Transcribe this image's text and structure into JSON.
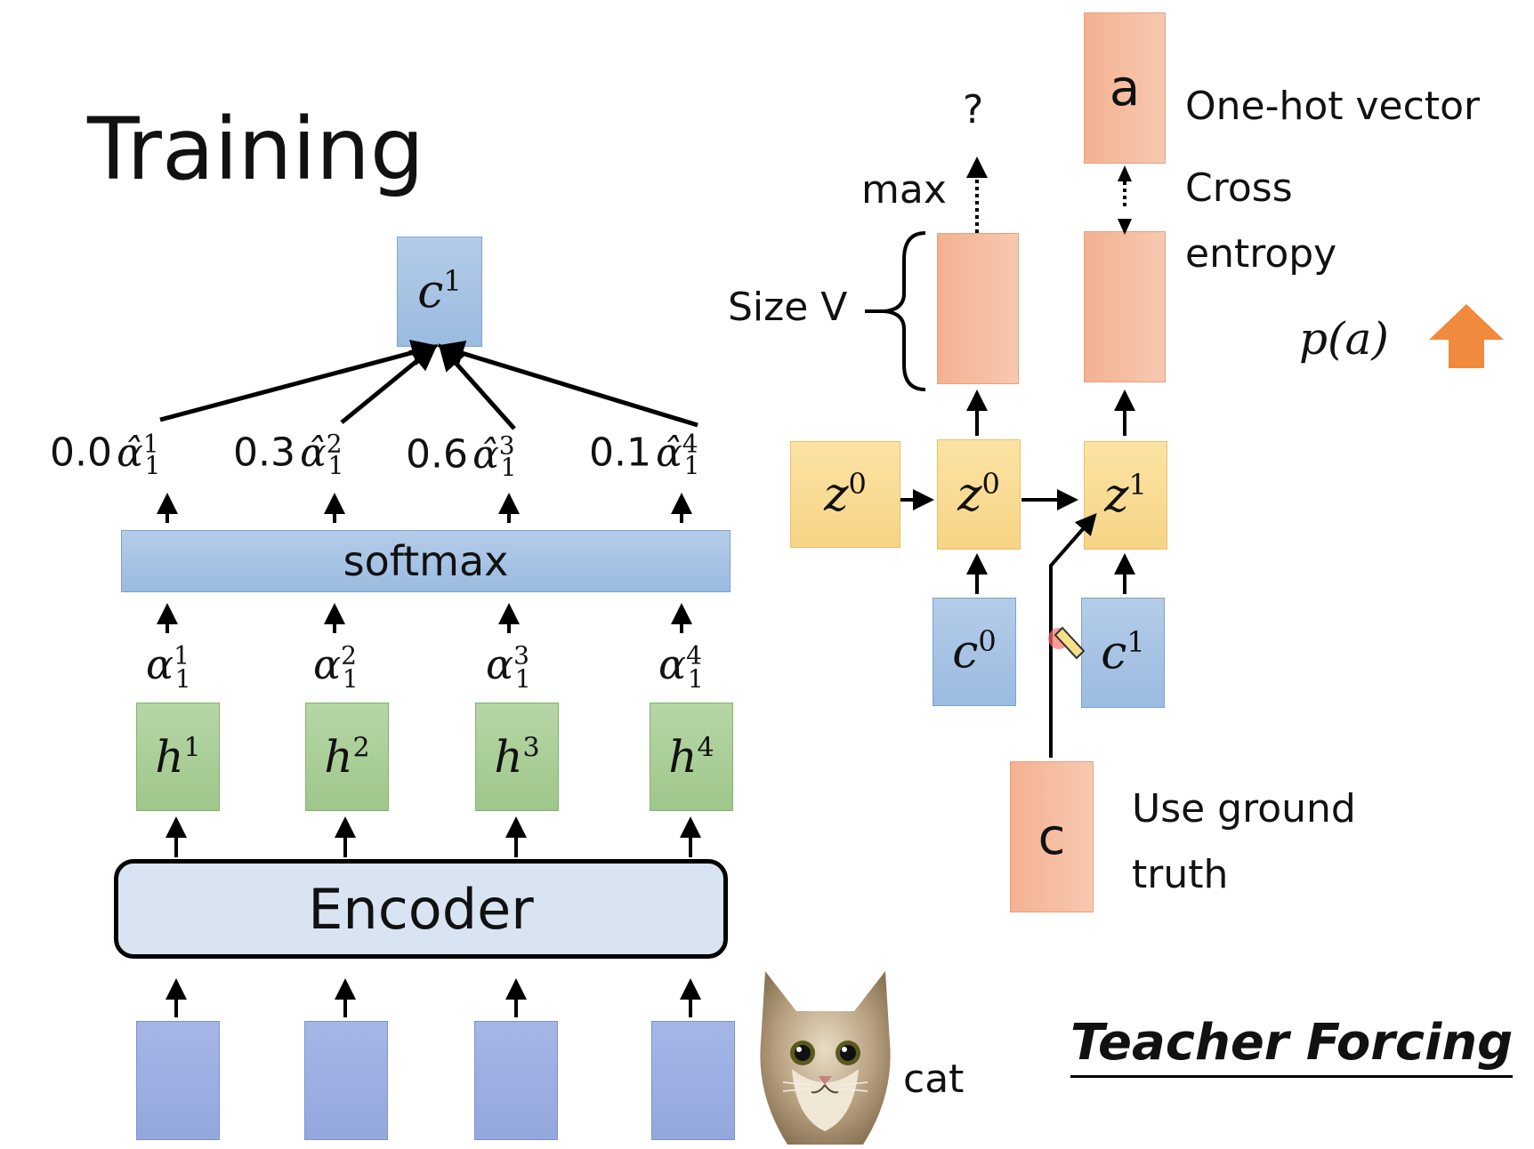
{
  "title": "Training",
  "left": {
    "context": {
      "base": "c",
      "sup": "1"
    },
    "weights": [
      {
        "value": "0.0",
        "sup": "1",
        "sub": "1"
      },
      {
        "value": "0.3",
        "sup": "2",
        "sub": "1"
      },
      {
        "value": "0.6",
        "sup": "3",
        "sub": "1"
      },
      {
        "value": "0.1",
        "sup": "4",
        "sub": "1"
      }
    ],
    "softmax_label": "softmax",
    "alphas": [
      {
        "sup": "1",
        "sub": "1"
      },
      {
        "sup": "2",
        "sub": "1"
      },
      {
        "sup": "3",
        "sub": "1"
      },
      {
        "sup": "4",
        "sub": "1"
      }
    ],
    "hidden": [
      {
        "base": "h",
        "sup": "1"
      },
      {
        "base": "h",
        "sup": "2"
      },
      {
        "base": "h",
        "sup": "3"
      },
      {
        "base": "h",
        "sup": "4"
      }
    ],
    "encoder_label": "Encoder",
    "cat_label": "cat"
  },
  "right": {
    "question": "?",
    "max_label": "max",
    "size_label": "Size V",
    "target_letter": "a",
    "onehot_label": "One-hot vector",
    "cross_entropy_label_1": "Cross",
    "cross_entropy_label_2": "entropy",
    "prob_label": "p(a)",
    "z_init": {
      "base": "z",
      "sup": "0"
    },
    "z0": {
      "base": "z",
      "sup": "0"
    },
    "z1": {
      "base": "z",
      "sup": "1"
    },
    "c0": {
      "base": "c",
      "sup": "0"
    },
    "c1": {
      "base": "c",
      "sup": "1"
    },
    "ground_letter": "c",
    "ground_label_1": "Use ground",
    "ground_label_2": "truth",
    "teacher_forcing": "Teacher Forcing"
  },
  "colors": {
    "blue": "#9bbbe1",
    "dark_blue": "#94a7de",
    "green": "#9fc78a",
    "yellow": "#f7d486",
    "orange": "#f4b191",
    "arrow_up_orange": "#f08a3c"
  }
}
